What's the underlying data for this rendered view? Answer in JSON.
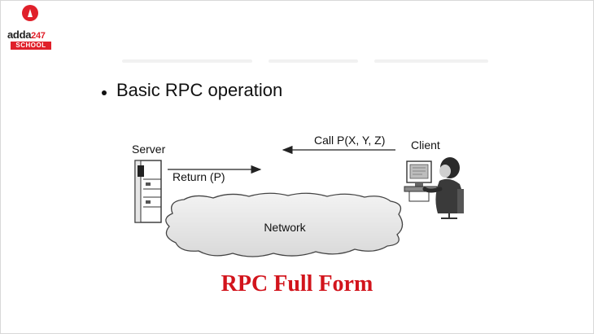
{
  "brand": {
    "wordmark": "adda",
    "number": "247",
    "tag": "SCHOOL",
    "colors": {
      "red": "#e0202a"
    }
  },
  "slide": {
    "bullet": "Basic RPC operation"
  },
  "diagram": {
    "server_label": "Server",
    "client_label": "Client",
    "network_label": "Network",
    "call_label": "Call P(X, Y, Z)",
    "return_label": "Return (P)",
    "icons": [
      "server-tower-icon",
      "person-at-computer-icon",
      "cloud-icon"
    ]
  },
  "caption": {
    "text": "RPC Full Form",
    "color": "#d2141c"
  }
}
